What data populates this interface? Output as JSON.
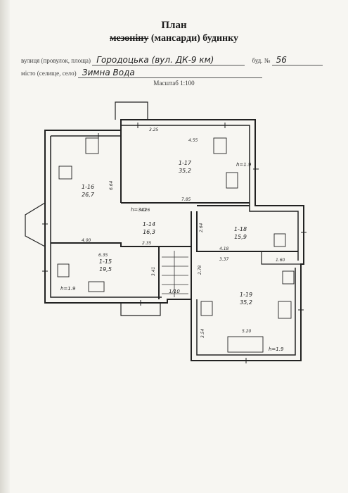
{
  "header": {
    "title": "План",
    "subtitle_struck": "мезоніну",
    "subtitle_rest": "(мансарди) будинку"
  },
  "address": {
    "street_label": "вулиця (провулок, площа)",
    "street_value": "Городоцька (вул. ДК-9 км)",
    "building_label": "буд. №",
    "building_value": "56",
    "city_label": "місто (селище, село)",
    "city_value": "Зимна Вода"
  },
  "scale": "Масштаб 1:100",
  "rooms": [
    {
      "id": "1-16",
      "area": "26,7"
    },
    {
      "id": "1-17",
      "area": "35,2"
    },
    {
      "id": "1-14",
      "area": "16,3"
    },
    {
      "id": "1-18",
      "area": "15,9"
    },
    {
      "id": "1-15",
      "area": "19,5"
    },
    {
      "id": "1-19",
      "area": "35,2"
    }
  ],
  "heights": [
    "h=1.9",
    "h=3.0",
    "h=1.9",
    "h=1.9"
  ],
  "dimensions": [
    "3.25",
    "4.55",
    "6.64",
    "7.85",
    "4.00",
    "2.35",
    "6.35",
    "3.41",
    "4.26",
    "2.64",
    "4.18",
    "3.37",
    "5.20",
    "3.54",
    "1.60",
    "2.78"
  ],
  "stairs_label": "1/10"
}
